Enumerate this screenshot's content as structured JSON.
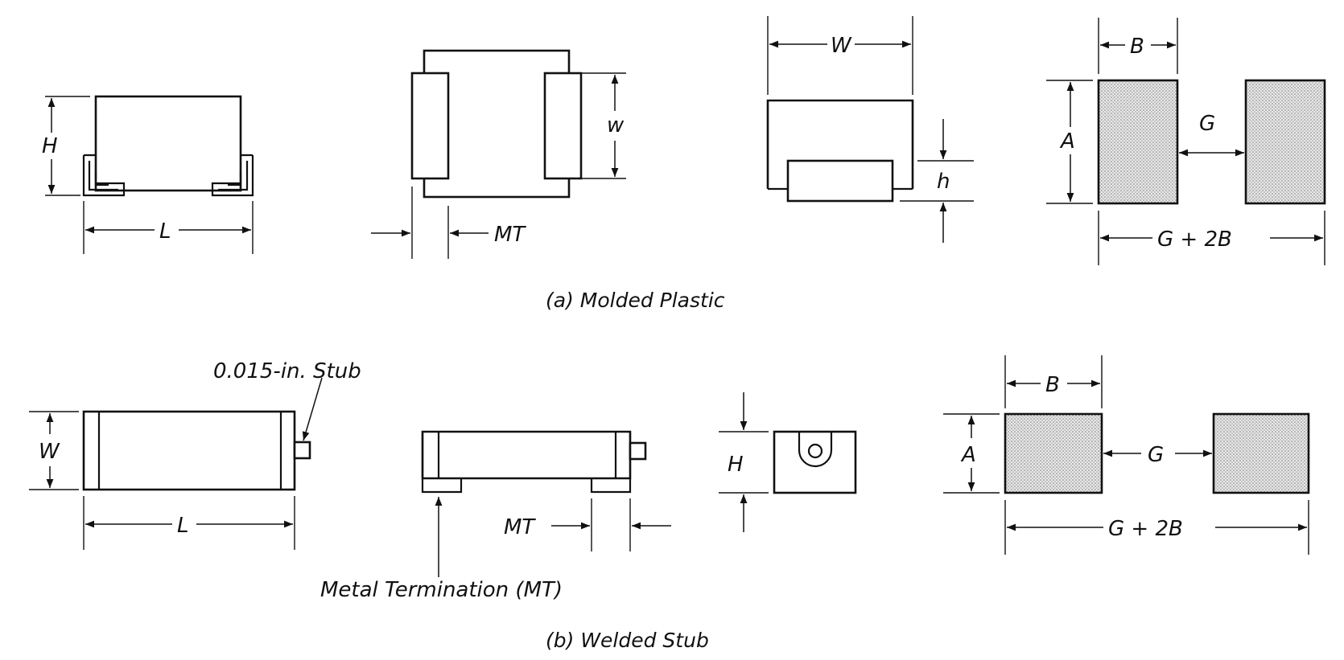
{
  "section_a": {
    "caption": "(a) Molded Plastic",
    "labels": {
      "H": "H",
      "L": "L",
      "w": "w",
      "MT": "MT",
      "W": "W",
      "h": "h",
      "B": "B",
      "A": "A",
      "G": "G",
      "G2B": "G + 2B"
    }
  },
  "section_b": {
    "caption": "(b) Welded Stub",
    "stub_label": "0.015-in. Stub",
    "termination_label": "Metal Termination (MT)",
    "labels": {
      "W": "W",
      "L": "L",
      "MT": "MT",
      "H": "H",
      "B": "B",
      "A": "A",
      "G": "G",
      "G2B": "G + 2B"
    }
  },
  "colors": {
    "line": "#111111",
    "pad_fill": "#d8d8d8",
    "background": "#ffffff"
  }
}
